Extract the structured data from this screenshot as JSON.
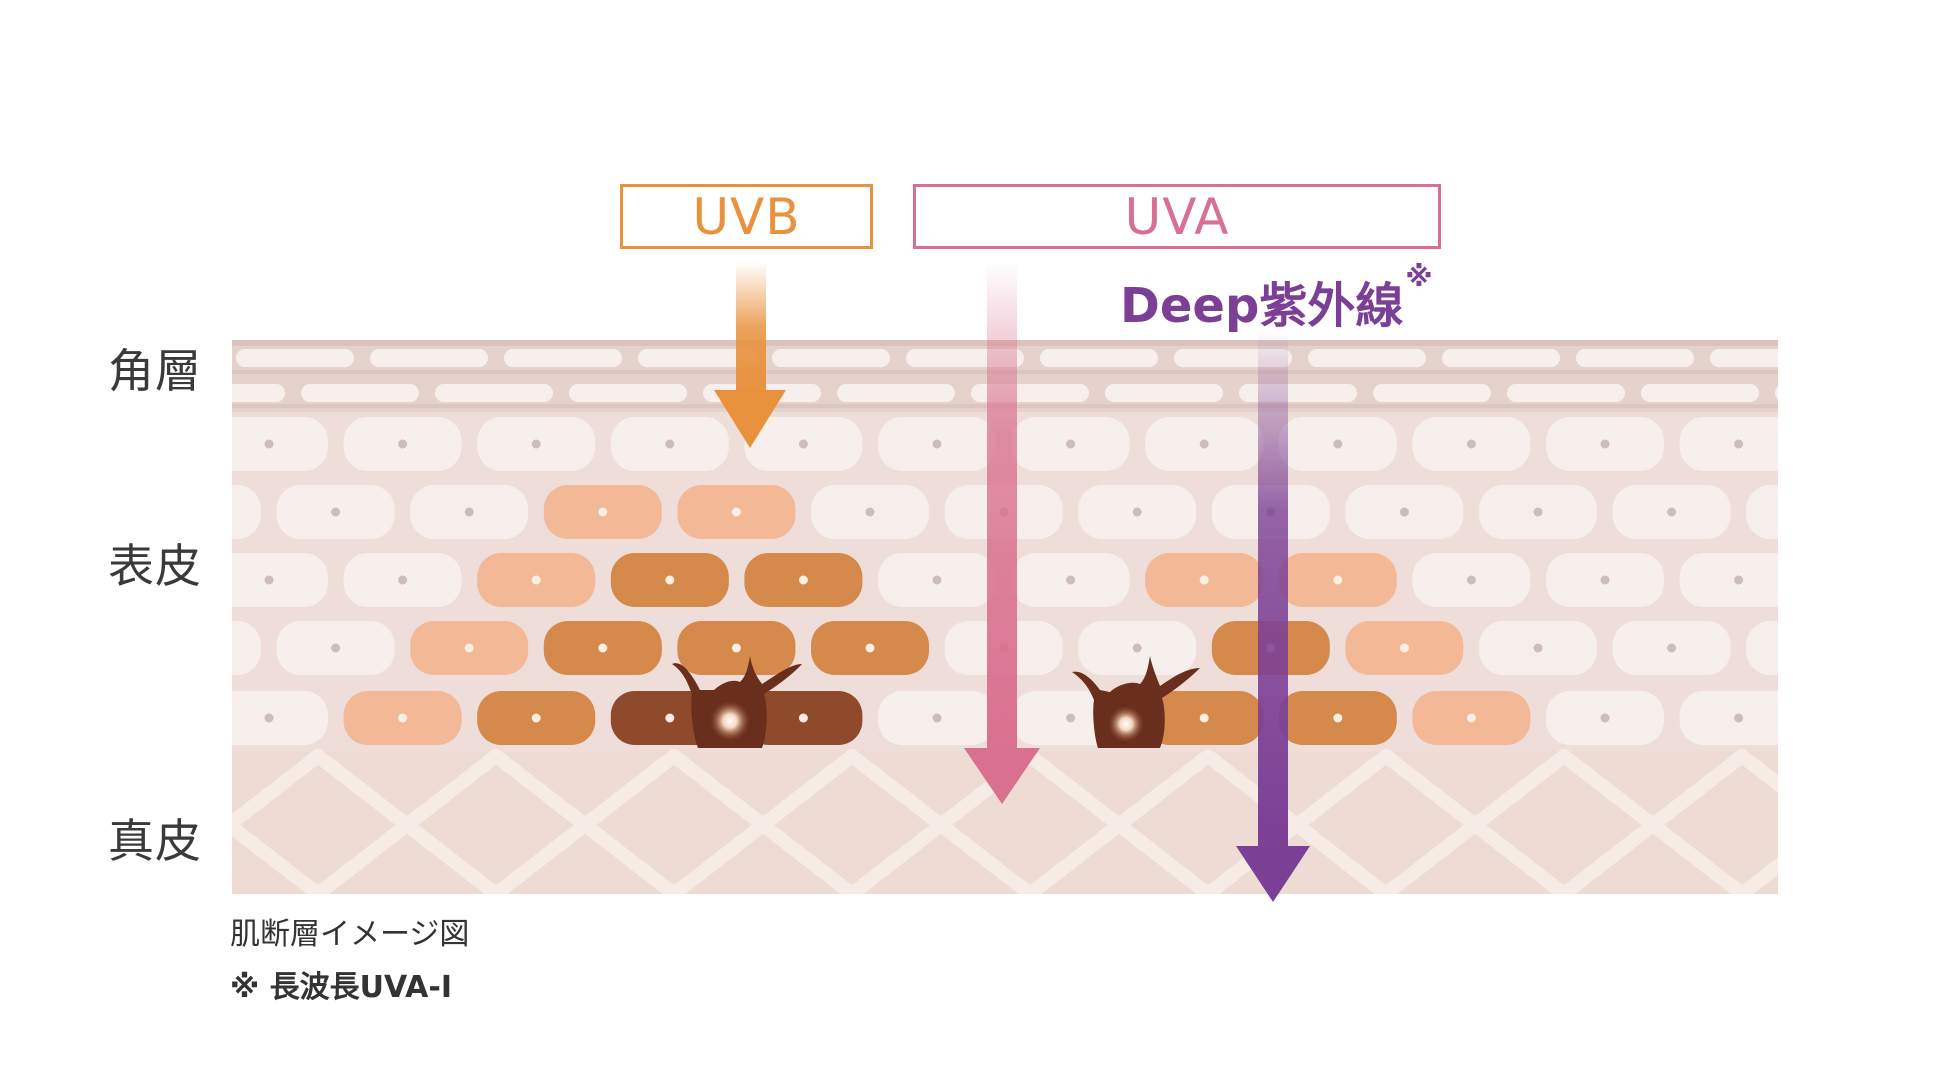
{
  "labels": {
    "corneum": "角層",
    "epidermis": "表皮",
    "dermis": "真皮"
  },
  "legend": {
    "uvb": "UVB",
    "uva": "UVA",
    "deep": "Deep紫外線",
    "deep_mark": "※"
  },
  "caption": {
    "line1": "肌断層イメージ図",
    "line2": "※ 長波長UVA-Ⅰ"
  },
  "colors": {
    "uvb": "#e8923e",
    "uva": "#d9708f",
    "deep": "#7b3f95",
    "skin_background": "#eeddd8",
    "cell_light": "#f7efec",
    "cell_pale_orange": "#f3b896",
    "cell_orange": "#d5894a",
    "cell_dark": "#8e4a2b",
    "melanocyte": "#6a2f1c"
  },
  "icons": {
    "uvb_arrow": "arrow-down-icon",
    "uva_arrow": "arrow-down-icon",
    "deep_arrow": "arrow-down-icon",
    "melanocyte": "melanocyte-icon"
  }
}
